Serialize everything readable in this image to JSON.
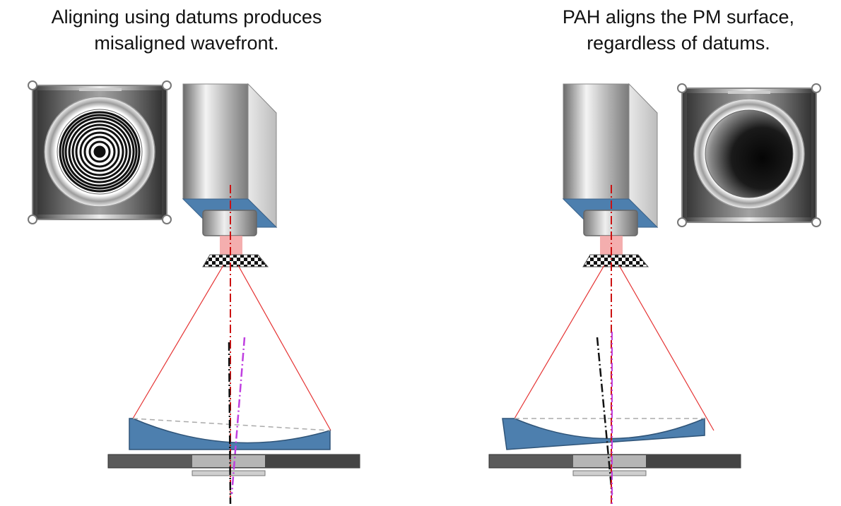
{
  "captions": {
    "left": {
      "line1": "Aligning using datums produces",
      "line2": "misaligned wavefront."
    },
    "right": {
      "line1": "PAH aligns the PM surface,",
      "line2": "regardless of datums."
    }
  },
  "colors": {
    "mirror_blue": "#4d7fae",
    "ray_red": "#e53333",
    "axis_red": "#cc1111",
    "axis_magenta": "#bf3fe0",
    "axis_black": "#111111",
    "mount_dark": "#555555",
    "mount_light": "#aaaaaa"
  },
  "icons": {
    "left_inset": "interference-fringes-icon",
    "right_inset": "null-fringe-icon",
    "camera": "interferometer-camera-icon",
    "target": "checkerboard-target-icon"
  }
}
